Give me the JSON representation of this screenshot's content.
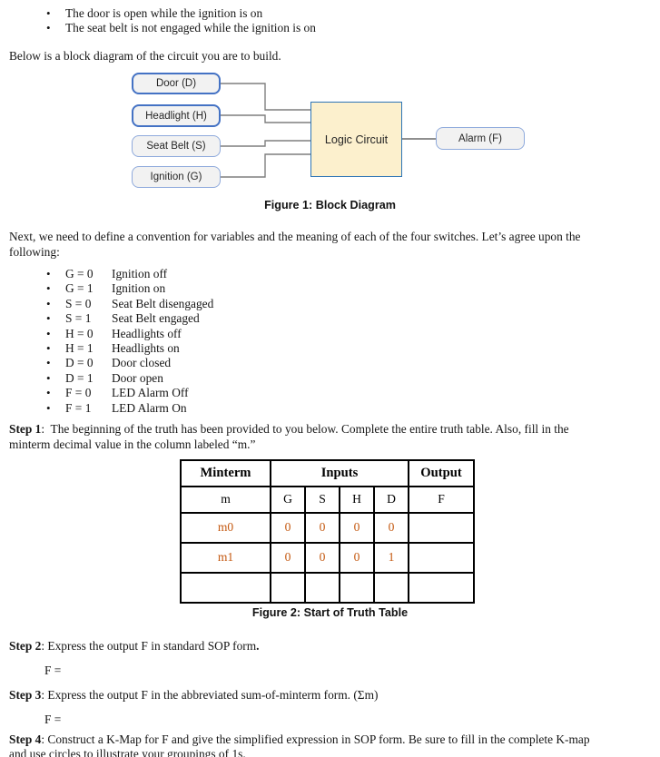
{
  "intro_bullets": [
    "The door is open while the ignition is on",
    "The seat belt is not engaged while the ignition is on"
  ],
  "below_text": "Below is a block diagram of the circuit you are to build.",
  "diagram": {
    "inputs": [
      {
        "label": "Door (D)"
      },
      {
        "label": "Headlight (H)"
      },
      {
        "label": "Seat Belt (S)"
      },
      {
        "label": "Ignition (G)"
      }
    ],
    "logic_label": "Logic Circuit",
    "output_label": "Alarm (F)",
    "caption": "Figure 1: Block Diagram",
    "colors": {
      "input_fill": "#F2F2F2",
      "input_border_strong": "#4472C4",
      "input_border_light": "#8FAADC",
      "logic_fill": "#FCF0CD",
      "logic_border": "#2E75B6",
      "connector": "#7F7F7F"
    }
  },
  "convention": {
    "line1": "Next, we need to define a convention for variables and the meaning of each of the four switches. Let’s agree upon the",
    "line2": "following:",
    "items": [
      {
        "code": "G = 0",
        "desc": "Ignition off"
      },
      {
        "code": "G = 1",
        "desc": "Ignition on"
      },
      {
        "code": "S = 0",
        "desc": "Seat Belt disengaged"
      },
      {
        "code": "S = 1",
        "desc": "Seat Belt engaged"
      },
      {
        "code": "H = 0",
        "desc": "Headlights off"
      },
      {
        "code": "H = 1",
        "desc": "Headlights on"
      },
      {
        "code": "D = 0",
        "desc": "Door closed"
      },
      {
        "code": "D = 1",
        "desc": "Door open"
      },
      {
        "code": "F = 0",
        "desc": "LED Alarm Off"
      },
      {
        "code": "F = 1",
        "desc": "LED Alarm On"
      }
    ]
  },
  "step1": {
    "prefix": "Step 1",
    "line1_rest": ":  The beginning of the truth has been provided to you below. Complete the entire truth table. Also, fill in the",
    "line2": "minterm decimal value in the column labeled “m.”"
  },
  "truth_table": {
    "group_headers": {
      "minterm": "Minterm",
      "inputs": "Inputs",
      "output": "Output"
    },
    "col_headers": [
      "m",
      "G",
      "S",
      "H",
      "D",
      "F"
    ],
    "rows": [
      [
        "m0",
        "0",
        "0",
        "0",
        "0",
        ""
      ],
      [
        "m1",
        "0",
        "0",
        "0",
        "1",
        ""
      ],
      [
        "",
        "",
        "",
        "",
        "",
        ""
      ]
    ],
    "value_color": "#C45911",
    "caption": "Figure 2: Start of Truth Table"
  },
  "step2": {
    "prefix": "Step 2",
    "text": ": Express the output F in standard SOP form",
    "bold_suffix": ".",
    "answer_label": "F ="
  },
  "step3": {
    "prefix": "Step 3",
    "text": ": Express the output F in the abbreviated sum-of-minterm form. (Σm)",
    "answer_label": "F ="
  },
  "step4": {
    "prefix": "Step 4",
    "line1_rest": ": Construct a K-Map for F and give the simplified expression in SOP form. Be sure to fill in the complete K-map",
    "line2": "and use circles to illustrate your groupings of 1s."
  }
}
